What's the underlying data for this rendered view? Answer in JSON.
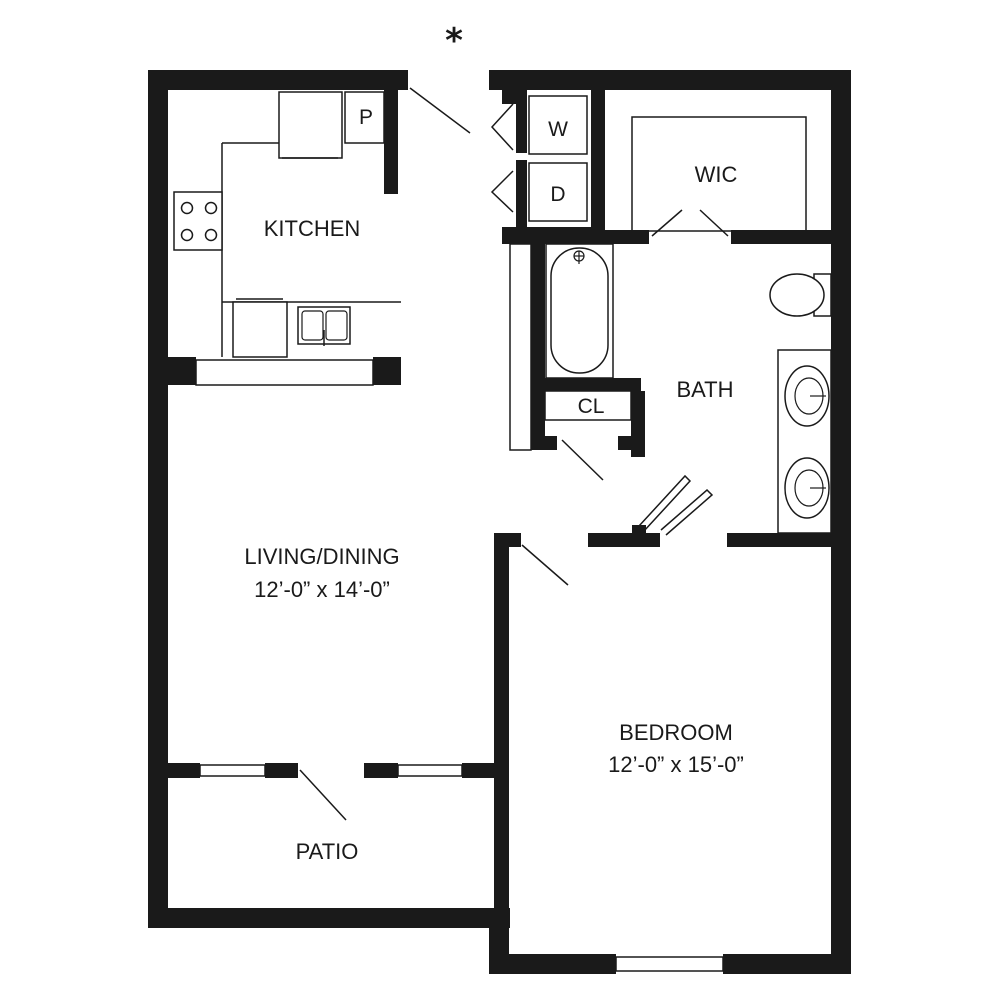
{
  "entry_marker": "*",
  "rooms": {
    "kitchen": "KITCHEN",
    "pantry": "P",
    "washer": "W",
    "dryer": "D",
    "wic": "WIC",
    "bath": "BATH",
    "closet": "CL",
    "living": {
      "name": "LIVING/DINING",
      "dims": "12’-0” x 14’-0”"
    },
    "bedroom": {
      "name": "BEDROOM",
      "dims": "12’-0” x 15’-0”"
    },
    "patio": "PATIO"
  }
}
